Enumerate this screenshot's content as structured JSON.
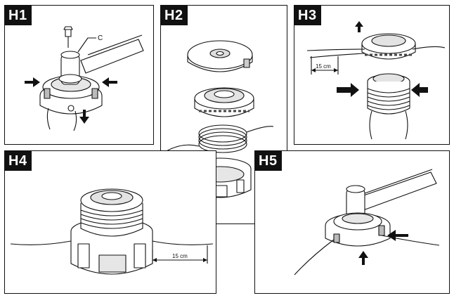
{
  "panels": {
    "h1": {
      "tag": "H1",
      "callout": "C"
    },
    "h2": {
      "tag": "H2"
    },
    "h3": {
      "tag": "H3",
      "dimension": "15 cm"
    },
    "h4": {
      "tag": "H4",
      "dimension": "15 cm"
    },
    "h5": {
      "tag": "H5"
    }
  },
  "colors": {
    "line": "#111111",
    "fill": "#ffffff",
    "shade": "#d9d9d9",
    "dark": "#555555"
  }
}
